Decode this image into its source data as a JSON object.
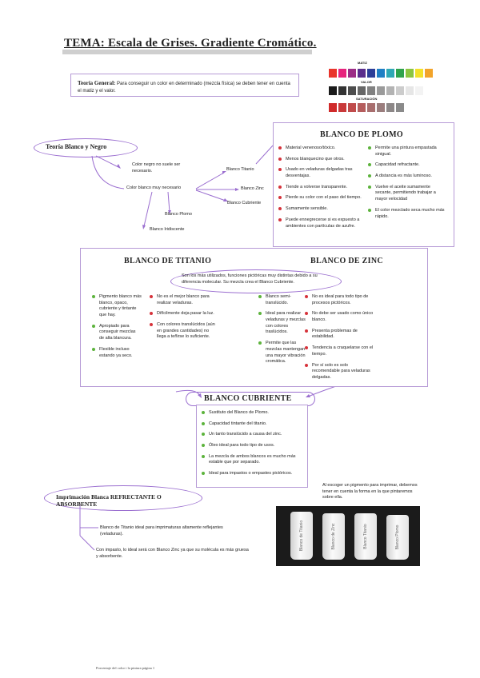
{
  "title": "TEMA: Escala de Grises. Gradiente Cromático.",
  "swatches": {
    "matiz_label": "MATIZ",
    "valor_label": "VALOR",
    "saturacion_label": "SATURACIÓN",
    "matiz_colors": [
      "#e9342b",
      "#e7237d",
      "#9c2c86",
      "#5a2d8c",
      "#2c3e98",
      "#1f7fc4",
      "#2fa8b5",
      "#2fa34c",
      "#8cc540",
      "#f3e12a",
      "#f2a42a"
    ],
    "valor_colors": [
      "#1a1a1a",
      "#333333",
      "#4d4d4d",
      "#676767",
      "#818181",
      "#9a9a9a",
      "#b3b3b3",
      "#cccccc",
      "#e6e6e6",
      "#f3f3f3"
    ],
    "saturacion_colors": [
      "#d02a2a",
      "#c9393a",
      "#c04b4b",
      "#b55d5d",
      "#a86e6e",
      "#9a7d7d",
      "#8c8787",
      "#8a8a8a"
    ]
  },
  "teoria_general": {
    "label": "Teoría General:",
    "text": " Para conseguir un color en determinado (mezcla física) se deben tener en cuenta el matiz y el valor."
  },
  "teoria_bn": {
    "label": "Teoría Blanco y Negro",
    "negro": "Color negro no suele ser necesario.",
    "blanco": "Color blanco muy necesario",
    "titanio": "Blanco Titanio",
    "zinc": "Blanco Zinc",
    "cubriente": "Blanco Cubriente",
    "plomo": "Blanco Plomo",
    "iridiscente": "Blanco Iridiscente"
  },
  "plomo": {
    "title": "BLANCO DE PLOMO",
    "left": [
      "Material venenoso/tóxico.",
      "Menos blanquecino que otros.",
      "Usado en veladuras delgadas tras desventajas.",
      "Tiende a volverse transparente.",
      "Pierde su color con el paso del tiempo.",
      "Sumamente sensible.",
      "Puede ennegrecerse si es expuesto a ambientes con partículas de azufre."
    ],
    "right": [
      "Permite una pintura empastada sinigual.",
      "Capacidad refractante.",
      "A distancia es más luminoso.",
      "Vuelve el aceite sumamente secante, permitiendo trabajar a mayor velocidad",
      "El color mezclado seca mucho más rápido."
    ]
  },
  "titanio_zinc": {
    "titanio_title": "BLANCO DE TITANIO",
    "zinc_title": "BLANCO DE ZINC",
    "center": "Son los más utilizados, funciones pictóricas muy distintas debido a su diferencia molecular. Su mezcla crea el Blanco Cubriente.",
    "titanio_green": [
      "Pigmento blanco más blanco, opaco, cubriente y tintante que hay.",
      "Apropiado para conseguir mezclas de alta blancura.",
      "Flexible incluso estando ya seco."
    ],
    "titanio_red": [
      "No es el mejor blanco para realizar veladuras.",
      "Difícilmente deja pasar la luz.",
      "Con colores translúcidos (aún en grandes cantidades) no llega a teñirse lo suficiente."
    ],
    "zinc_green": [
      "Blanco semi-translúcido.",
      "Ideal para realizar veladuras y mezclas con colores traslúcidos.",
      "Permite que las mezclas mantengan una mayor vibración cromática."
    ],
    "zinc_red": [
      "No es ideal para todo tipo de procesos pictóricos.",
      "No debe ser usado como único blanco.",
      "Presenta problemas de estabilidad.",
      "Tendencia a craquelarse con el tiempo.",
      "Por sí solo es solo recomendable para veladuras delgadas."
    ]
  },
  "cubriente": {
    "title": "BLANCO CUBRIENTE",
    "items": [
      "Sustituto del Blanco de Plomo.",
      "Capacidad tintante del titanio.",
      "Un tanto translúcido a causa del zinc.",
      "Óleo ideal para todo tipo de usos.",
      "La mezcla de ambos blancos es mucho más estable que por separado.",
      "Ideal para impastos o empastes pictóricos."
    ]
  },
  "imprimacion": {
    "title": "Imprimación Blanca REFRECTANTE O ABSORBENTE",
    "item1": "Blanco de Titanio ideal para imprimaturas altamente reflejantes (veladuras).",
    "item2": "Con impasto, lo ideal será con Blanco Zinc ya que su molécula es más gruesa y absorbente.",
    "note": "Al escoger un pigmento para imprimar, debemos tener en cuenta la forma en la que pintaremos sobre ella.",
    "tube_labels": [
      "Blanco de Titanio",
      "Blanco de Zinc",
      "Blanco Titanio",
      "Blanco Plomo"
    ]
  },
  "footer": "Porcentaje del color i la pintura página 1"
}
